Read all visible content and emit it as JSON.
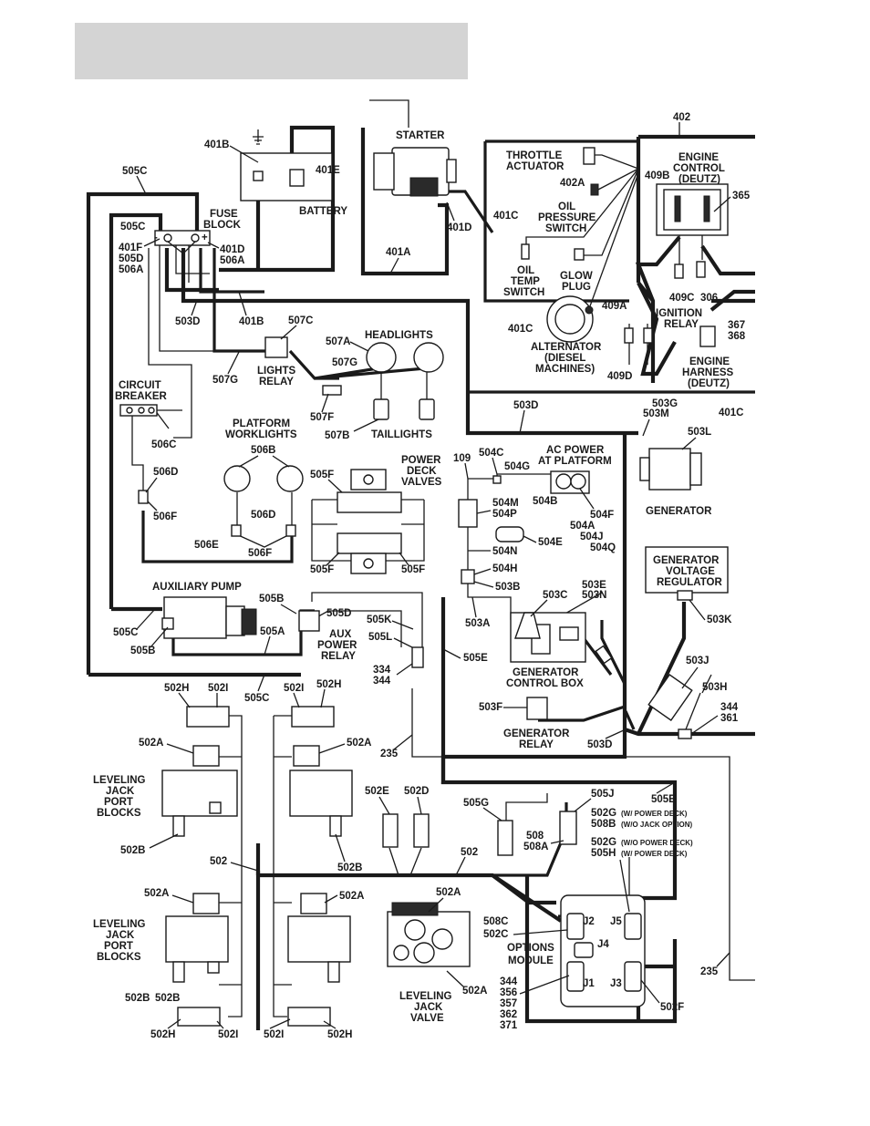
{
  "header": {
    "title": ""
  },
  "components": {
    "starter": "STARTER",
    "throttle_actuator": [
      "THROTTLE",
      "ACTUATOR"
    ],
    "engine_control": [
      "ENGINE",
      "CONTROL",
      "(DEUTZ)"
    ],
    "fuse_block": [
      "FUSE",
      "BLOCK"
    ],
    "battery": "BATTERY",
    "oil_pressure_switch": [
      "OIL",
      "PRESSURE",
      "SWITCH"
    ],
    "oil_temp_switch": [
      "OIL",
      "TEMP",
      "SWITCH"
    ],
    "glow_plug": [
      "GLOW",
      "PLUG"
    ],
    "ignition_relay": [
      "IGNITION",
      "RELAY"
    ],
    "alternator": [
      "ALTERNATOR",
      "(DIESEL",
      "MACHINES)"
    ],
    "engine_harness": [
      "ENGINE",
      "HARNESS",
      "(DEUTZ)"
    ],
    "headlights": "HEADLIGHTS",
    "lights_relay": [
      "LIGHTS",
      "RELAY"
    ],
    "circuit_breaker": [
      "CIRCUIT",
      "BREAKER"
    ],
    "taillights": "TAILLIGHTS",
    "platform_worklights": [
      "PLATFORM",
      "WORKLIGHTS"
    ],
    "power_deck_valves": [
      "POWER",
      "DECK",
      "VALVES"
    ],
    "ac_power_at_platform": [
      "AC POWER",
      "AT PLATFORM"
    ],
    "generator": "GENERATOR",
    "generator_voltage_regulator": [
      "GENERATOR",
      "VOLTAGE",
      "REGULATOR"
    ],
    "auxiliary_pump": "AUXILIARY PUMP",
    "aux_power_relay": [
      "AUX",
      "POWER",
      "RELAY"
    ],
    "generator_control_box": [
      "GENERATOR",
      "CONTROL BOX"
    ],
    "generator_relay": [
      "GENERATOR",
      "RELAY"
    ],
    "leveling_jack_port_blocks": [
      "LEVELING",
      "JACK",
      "PORT",
      "BLOCKS"
    ],
    "leveling_jack_valve": [
      "LEVELING",
      "JACK",
      "VALVE"
    ],
    "options_module": [
      "OPTIONS",
      "MODULE"
    ],
    "j1": "J1",
    "j2": "J2",
    "j3": "J3",
    "j4": "J4",
    "j5": "J5"
  },
  "wires": {
    "w402": "402",
    "w401B": "401B",
    "w401E": "401E",
    "w505C": "505C",
    "w401C": "401C",
    "w401D": "401D",
    "w402A": "402A",
    "w409B": "409B",
    "w365": "365",
    "w401F": "401F",
    "w505D": "505D",
    "w506A": "506A",
    "w401D2": "401D",
    "w506A2": "506A",
    "w401A": "401A",
    "w503D": "503D",
    "w401B2": "401B",
    "w507C": "507C",
    "w409C": "409C",
    "w306": "306",
    "w409A": "409A",
    "w367": "367",
    "w368": "368",
    "w401C2": "401C",
    "w507A": "507A",
    "w507G": "507G",
    "w507G2": "507G",
    "w507F": "507F",
    "w409D": "409D",
    "w401C3": "401C",
    "w507B": "507B",
    "w506C": "506C",
    "w503D2": "503D",
    "w503G": "503G",
    "w503M": "503M",
    "w503L": "503L",
    "w506B": "506B",
    "w109": "109",
    "w504C": "504C",
    "w504G": "504G",
    "w505F": "505F",
    "w504M": "504M",
    "w504P": "504P",
    "w504B": "504B",
    "w504F": "504F",
    "w506D": "506D",
    "w506F": "506F",
    "w506D2": "506D",
    "w504A": "504A",
    "w504J": "504J",
    "w504E": "504E",
    "w504Q": "504Q",
    "w506E": "506E",
    "w506F2": "506F",
    "w505F2": "505F",
    "w505F3": "505F",
    "w504N": "504N",
    "w504H": "504H",
    "w503B": "503B",
    "w503C": "503C",
    "w503E": "503E",
    "w503N": "503N",
    "w505B": "505B",
    "w505D2": "505D",
    "w505K": "505K",
    "w505L": "505L",
    "w503K": "503K",
    "w503A": "503A",
    "w505C2": "505C",
    "w505A": "505A",
    "w505B2": "505B",
    "w505E": "505E",
    "w334": "334",
    "w344": "344",
    "w503J": "503J",
    "w505C3": "505C",
    "w503H": "503H",
    "w502H": "502H",
    "w502I": "502I",
    "w502I2": "502I",
    "w502H2": "502H",
    "w503F": "503F",
    "w344b": "344",
    "w361": "361",
    "w502A": "502A",
    "w235": "235",
    "w502A2": "502A",
    "w503D3": "503D",
    "w502E": "502E",
    "w502D": "502D",
    "w505G": "505G",
    "w505J": "505J",
    "w505E2": "505E",
    "w502G1": "502G",
    "w502G1n": "(W/ POWER DECK)",
    "w508B": "508B",
    "w508Bn": "(W/O JACK OPTION)",
    "w508": "508",
    "w508A": "508A",
    "w502G2": "502G",
    "w502G2n": "(W/O POWER DECK)",
    "w505H": "505H",
    "w505Hn": "(W/ POWER DECK)",
    "w502B": "502B",
    "w502": "502",
    "w502B2": "502B",
    "w502x": "502",
    "w502A3": "502A",
    "w502A4": "502A",
    "w502A5": "502A",
    "w508C": "508C",
    "w502C": "502C",
    "w235b": "235",
    "w502B3": "502B",
    "w502B4": "502B",
    "w502A6": "502A",
    "w502F": "502F",
    "w502H3": "502H",
    "w502I3": "502I",
    "w502I4": "502I",
    "w502H4": "502H",
    "opt344": "344",
    "opt356": "356",
    "opt357": "357",
    "opt362": "362",
    "opt371": "371",
    "fuse_minus": "-",
    "fuse_plus": "+"
  }
}
